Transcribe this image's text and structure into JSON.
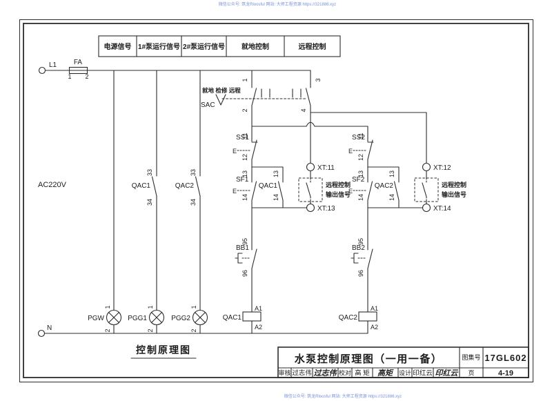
{
  "watermark": {
    "text": "微信公众号: 筑龙Rloosful  网站: 大师工程资源 https://321886.xyz"
  },
  "header": {
    "cells": [
      "电源信号",
      "1#泵运行信号",
      "2#泵运行信号",
      "就地控制",
      "远程控制"
    ]
  },
  "power": {
    "l1": "L1",
    "fuse": "FA",
    "fuse_t1": "1",
    "fuse_t2": "2",
    "voltage": "AC220V",
    "neutral": "N"
  },
  "selector": {
    "label": "SAC",
    "positions": "就地 检修 远程",
    "t1": "1",
    "t2": "2",
    "t3": "3",
    "t4": "4"
  },
  "terminals": {
    "t11": "11",
    "t12": "12",
    "t13": "13",
    "t14": "14",
    "t33": "33",
    "t34": "34",
    "t95": "95",
    "t96": "96",
    "a1": "A1",
    "a2": "A2",
    "n1": "1",
    "n2": "2"
  },
  "sym": {
    "actuator": "E"
  },
  "lamps": [
    {
      "label": "PGW"
    },
    {
      "label": "PGG1"
    },
    {
      "label": "PGG2"
    }
  ],
  "aux": [
    {
      "label": "QAC1"
    },
    {
      "label": "QAC2"
    }
  ],
  "remote_box": {
    "line1": "远程控制",
    "line2": "输出信号"
  },
  "chains": [
    {
      "stop": "SS1",
      "start": "SF1",
      "hold": "QAC1",
      "overload": "BB1",
      "coil": "QAC1",
      "xt_top": "XT:11",
      "xt_bot": "XT:13"
    },
    {
      "stop": "SS2",
      "start": "SF2",
      "hold": "QAC2",
      "overload": "BB2",
      "coil": "QAC2",
      "xt_top": "XT:12",
      "xt_bot": "XT:14"
    }
  ],
  "footer": {
    "caption": "控制原理图"
  },
  "titleblock": {
    "title": "水泵控制原理图（一用一备）",
    "atlas_label": "图集号",
    "atlas_no": "17GL602",
    "review_label": "审核",
    "review_name": "过志伟",
    "review_sig": "过志伟",
    "check_label": "校对",
    "check_name": "高 矩",
    "check_sig": "高矩",
    "design_label": "设计",
    "design_name": "印红云",
    "design_sig": "印红云",
    "page_label": "页",
    "page_no": "4-19"
  }
}
